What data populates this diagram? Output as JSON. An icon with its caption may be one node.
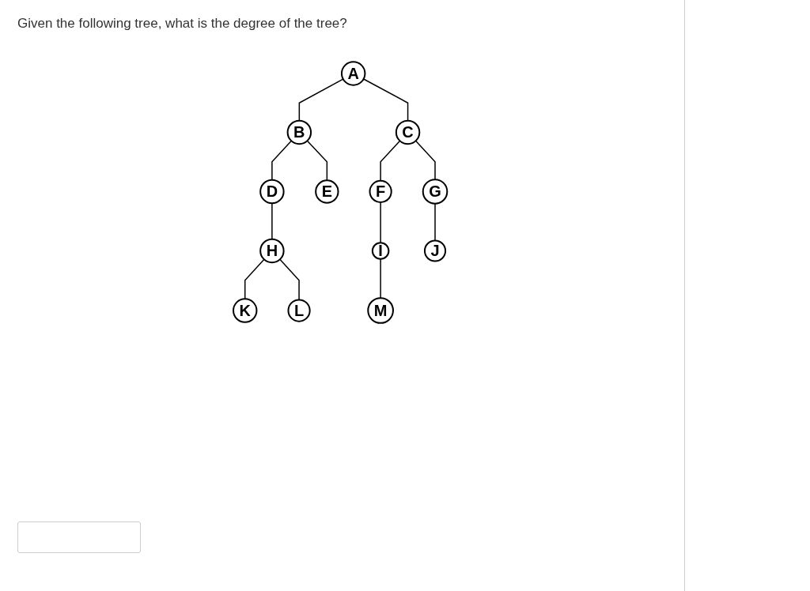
{
  "diagram": {
    "title": "Given the following tree, what is the degree of the tree?",
    "nodes": [
      {
        "text": [
          "A"
        ]
      },
      {
        "text": [
          "B"
        ]
      },
      {
        "text": [
          "C"
        ]
      },
      {
        "text": [
          "D"
        ]
      },
      {
        "text": [
          "E"
        ]
      },
      {
        "text": [
          "F"
        ]
      },
      {
        "text": [
          "G"
        ]
      },
      {
        "text": [
          "H"
        ]
      },
      {
        "text": [
          "I"
        ]
      },
      {
        "text": [
          "J"
        ]
      },
      {
        "text": [
          "K"
        ]
      },
      {
        "text": [
          "L"
        ]
      },
      {
        "text": [
          "M"
        ]
      }
    ],
    "edges": [
      {
        "from": 0,
        "to": 1,
        "arrow": "none"
      },
      {
        "from": 0,
        "to": 2,
        "arrow": "none"
      },
      {
        "from": 1,
        "to": 3,
        "arrow": "none"
      },
      {
        "from": 1,
        "to": 4,
        "arrow": "none"
      },
      {
        "from": 3,
        "to": 7,
        "arrow": "none"
      },
      {
        "from": 7,
        "to": 10,
        "arrow": "none"
      },
      {
        "from": 7,
        "to": 11,
        "arrow": "none"
      },
      {
        "from": 2,
        "to": 5,
        "arrow": "none"
      },
      {
        "from": 2,
        "to": 6,
        "arrow": "none"
      },
      {
        "from": 5,
        "to": 8,
        "arrow": "none"
      },
      {
        "from": 8,
        "to": 12,
        "arrow": "none"
      },
      {
        "from": 6,
        "to": 9,
        "arrow": "none"
      }
    ]
  }
}
